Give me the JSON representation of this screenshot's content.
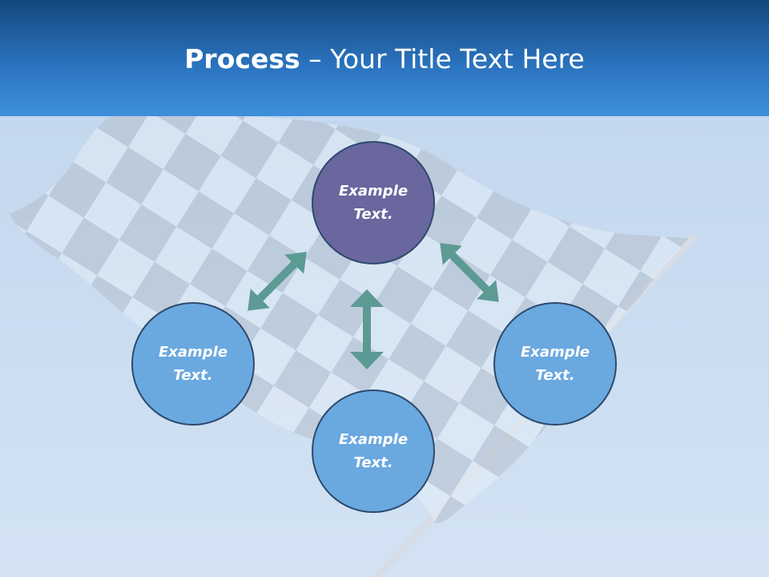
{
  "header": {
    "title_bold": "Process",
    "title_rest": " – Your Title Text Here"
  },
  "nodes": {
    "top": "Example Text.",
    "left": "Example Text.",
    "right": "Example Text.",
    "bottom": "Example Text."
  },
  "colors": {
    "header_dark": "#14487e",
    "header_light": "#3e8fdc",
    "background": "#c7daf0",
    "center_node": "#6a669e",
    "outer_node": "#6aa8e0",
    "arrow": "#5c9a94"
  },
  "backdrop": "checkered-flag"
}
